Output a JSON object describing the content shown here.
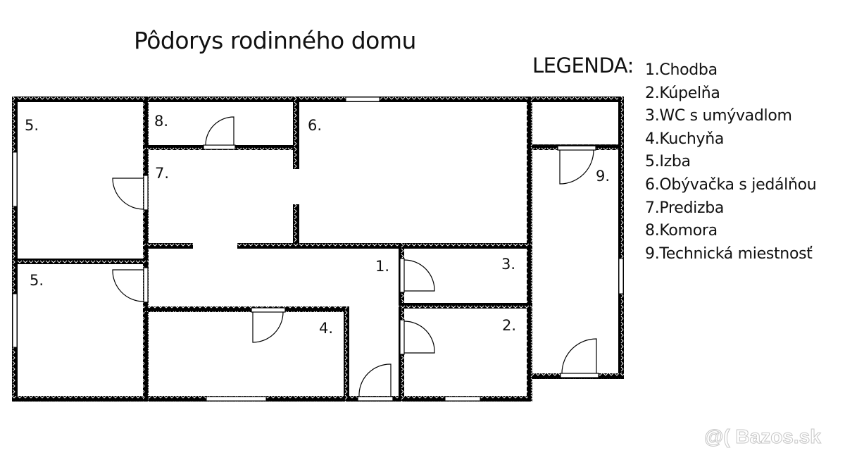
{
  "title": "Pôdorys rodinného domu",
  "legend": {
    "heading": "LEGENDA:",
    "items": [
      {
        "number": 1,
        "label": "1.Chodba"
      },
      {
        "number": 2,
        "label": "2.Kúpelňa"
      },
      {
        "number": 3,
        "label": "3.WC s umývadlom"
      },
      {
        "number": 4,
        "label": "4.Kuchyňa"
      },
      {
        "number": 5,
        "label": "5.Izba"
      },
      {
        "number": 6,
        "label": "6.Obývačka s jedálňou"
      },
      {
        "number": 7,
        "label": "7.Predizba"
      },
      {
        "number": 8,
        "label": "8.Komora"
      },
      {
        "number": 9,
        "label": "9.Technická miestnosť"
      }
    ]
  },
  "rooms": {
    "r5a": "5.",
    "r5b": "5.",
    "r8": "8.",
    "r7": "7.",
    "r6": "6.",
    "r9": "9.",
    "r1": "1.",
    "r3": "3.",
    "r4": "4.",
    "r2": "2."
  },
  "colors": {
    "wall": "#000000",
    "background": "#ffffff",
    "text": "#111111",
    "watermark": "#c6c6c6"
  },
  "watermark": "@( Bazos.sk"
}
